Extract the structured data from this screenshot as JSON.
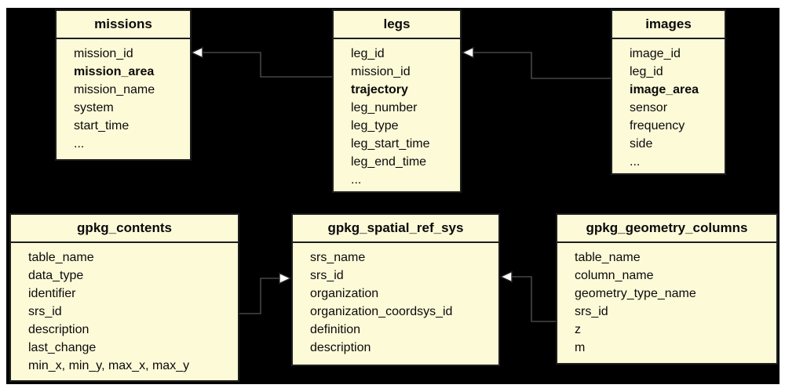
{
  "diagram": {
    "page_background": "#ffffff",
    "canvas_background": "#000000",
    "table_fill": "#fdfad8",
    "table_border": "#1e1e1e",
    "text_color": "#0a0a0a",
    "connector_color": "#454545",
    "arrowhead_fill": "#ffffff",
    "arrowhead_stroke": "#252525"
  },
  "tables": [
    {
      "id": "missions",
      "title": "missions",
      "fields": [
        {
          "text": "mission_id",
          "bold": false
        },
        {
          "text": "mission_area",
          "bold": true
        },
        {
          "text": "mission_name",
          "bold": false
        },
        {
          "text": "system",
          "bold": false
        },
        {
          "text": "start_time",
          "bold": false
        },
        {
          "text": "...",
          "bold": false
        }
      ]
    },
    {
      "id": "legs",
      "title": "legs",
      "fields": [
        {
          "text": "leg_id",
          "bold": false
        },
        {
          "text": "mission_id",
          "bold": false
        },
        {
          "text": "trajectory",
          "bold": true
        },
        {
          "text": "leg_number",
          "bold": false
        },
        {
          "text": "leg_type",
          "bold": false
        },
        {
          "text": "leg_start_time",
          "bold": false
        },
        {
          "text": "leg_end_time",
          "bold": false
        },
        {
          "text": "...",
          "bold": false
        }
      ]
    },
    {
      "id": "images",
      "title": "images",
      "fields": [
        {
          "text": "image_id",
          "bold": false
        },
        {
          "text": "leg_id",
          "bold": false
        },
        {
          "text": "image_area",
          "bold": true
        },
        {
          "text": "sensor",
          "bold": false
        },
        {
          "text": "frequency",
          "bold": false
        },
        {
          "text": "side",
          "bold": false
        },
        {
          "text": "...",
          "bold": false
        }
      ]
    },
    {
      "id": "gpkg_contents",
      "title": "gpkg_contents",
      "fields": [
        {
          "text": "table_name",
          "bold": false
        },
        {
          "text": "data_type",
          "bold": false
        },
        {
          "text": "identifier",
          "bold": false
        },
        {
          "text": "srs_id",
          "bold": false
        },
        {
          "text": "description",
          "bold": false
        },
        {
          "text": "last_change",
          "bold": false
        },
        {
          "text": "min_x, min_y, max_x, max_y",
          "bold": false
        }
      ]
    },
    {
      "id": "gpkg_spatial_ref_sys",
      "title": "gpkg_spatial_ref_sys",
      "fields": [
        {
          "text": "srs_name",
          "bold": false
        },
        {
          "text": "srs_id",
          "bold": false
        },
        {
          "text": "organization",
          "bold": false
        },
        {
          "text": "organization_coordsys_id",
          "bold": false
        },
        {
          "text": "definition",
          "bold": false
        },
        {
          "text": "description",
          "bold": false
        }
      ]
    },
    {
      "id": "gpkg_geometry_columns",
      "title": "gpkg_geometry_columns",
      "fields": [
        {
          "text": "table_name",
          "bold": false
        },
        {
          "text": "column_name",
          "bold": false
        },
        {
          "text": "geometry_type_name",
          "bold": false
        },
        {
          "text": "srs_id",
          "bold": false
        },
        {
          "text": "z",
          "bold": false
        },
        {
          "text": "m",
          "bold": false
        }
      ]
    }
  ],
  "relationships": [
    {
      "from": "legs",
      "to": "missions"
    },
    {
      "from": "images",
      "to": "legs"
    },
    {
      "from": "gpkg_contents",
      "to": "gpkg_spatial_ref_sys"
    },
    {
      "from": "gpkg_geometry_columns",
      "to": "gpkg_spatial_ref_sys"
    }
  ]
}
